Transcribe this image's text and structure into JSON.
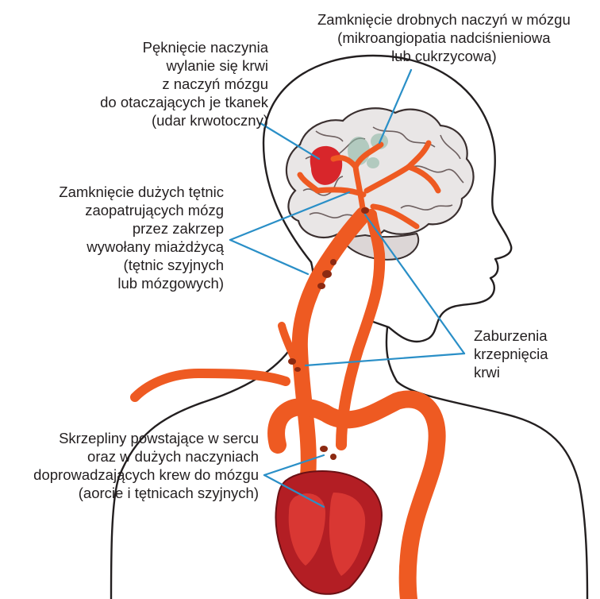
{
  "labels": {
    "small_vessels": {
      "lines": [
        "Zamknięcie drobnych naczyń w mózgu",
        "(mikroangiopatia nadciśnieniowa",
        "lub cukrzycowa)"
      ]
    },
    "hemorrhage": {
      "lines": [
        "Pęknięcie naczynia",
        "wylanie się krwi",
        "z naczyń mózgu",
        "do otaczających je tkanek",
        "(udar krwotoczny)"
      ]
    },
    "large_arteries": {
      "lines": [
        "Zamknięcie dużych tętnic",
        "zaopatrujących mózg",
        "przez zakrzep",
        "wywołany miażdżycą",
        "(tętnic szyjnych",
        "lub mózgowych)"
      ]
    },
    "coagulation": {
      "lines": [
        "Zaburzenia",
        "krzepnięcia",
        "krwi"
      ]
    },
    "heart_clots": {
      "lines": [
        "Skrzepliny powstające w sercu",
        "oraz w dużych naczyniach",
        "doprowadzających krew do mózgu",
        "(aorcie i tętnicach szyjnych)"
      ]
    }
  },
  "colors": {
    "artery": "#ee5a22",
    "artery_dark": "#8c2a12",
    "outline": "#231f20",
    "pointer": "#2a8fc7",
    "hemorrhage": "#d8262b",
    "brain_fill": "#e9e6e6",
    "heart": "#b31e24",
    "ischemia": "#8fb8a6"
  }
}
